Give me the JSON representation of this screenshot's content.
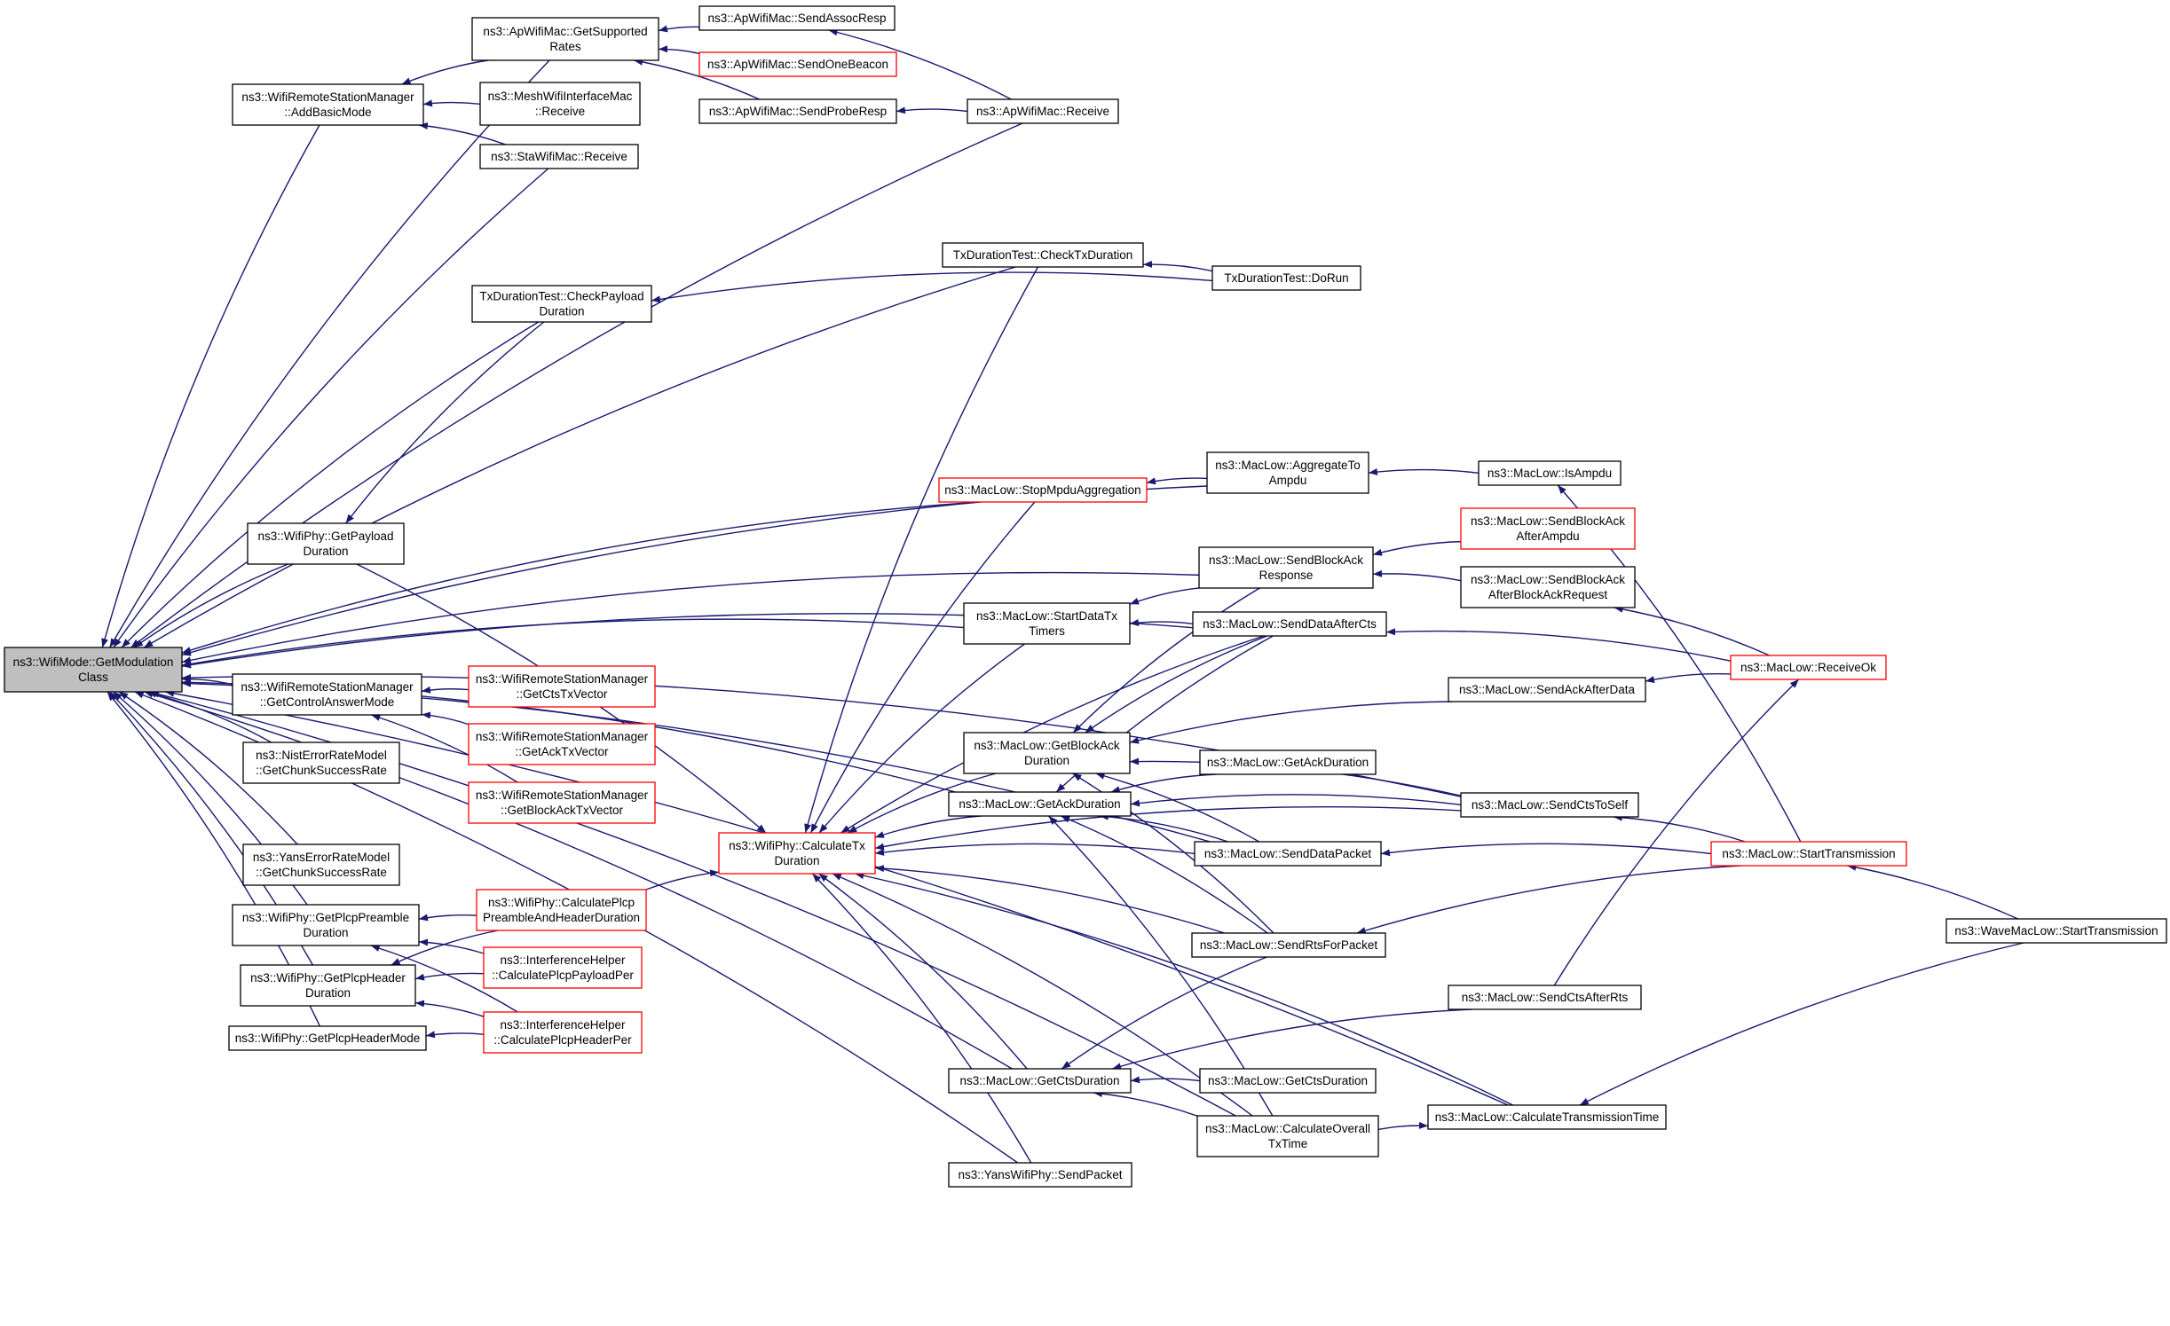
{
  "graph": {
    "edge_color": "#191970",
    "box_border": "#000000",
    "red_border": "#ff0000",
    "root_fill": "#bfbfbf",
    "nodes": [
      {
        "id": "root",
        "lines": [
          "ns3::WifiMode::GetModulation",
          "Class"
        ],
        "style": "root"
      },
      {
        "id": "addbasic",
        "lines": [
          "ns3::WifiRemoteStationManager",
          "::AddBasicMode"
        ],
        "style": "normal"
      },
      {
        "id": "getsupported",
        "lines": [
          "ns3::ApWifiMac::GetSupported",
          "Rates"
        ],
        "style": "normal"
      },
      {
        "id": "sendassoc",
        "lines": [
          "ns3::ApWifiMac::SendAssocResp"
        ],
        "style": "normal"
      },
      {
        "id": "sendbeacon",
        "lines": [
          "ns3::ApWifiMac::SendOneBeacon"
        ],
        "style": "red"
      },
      {
        "id": "sendprobe",
        "lines": [
          "ns3::ApWifiMac::SendProbeResp"
        ],
        "style": "normal"
      },
      {
        "id": "apreceive",
        "lines": [
          "ns3::ApWifiMac::Receive"
        ],
        "style": "normal"
      },
      {
        "id": "meshreceive",
        "lines": [
          "ns3::MeshWifiInterfaceMac",
          "::Receive"
        ],
        "style": "normal"
      },
      {
        "id": "stareceive",
        "lines": [
          "ns3::StaWifiMac::Receive"
        ],
        "style": "normal"
      },
      {
        "id": "checktx",
        "lines": [
          "TxDurationTest::CheckTxDuration"
        ],
        "style": "normal"
      },
      {
        "id": "dorun",
        "lines": [
          "TxDurationTest::DoRun"
        ],
        "style": "normal"
      },
      {
        "id": "checkpayload",
        "lines": [
          "TxDurationTest::CheckPayload",
          "Duration"
        ],
        "style": "normal"
      },
      {
        "id": "aggregate",
        "lines": [
          "ns3::MacLow::AggregateTo",
          "Ampdu"
        ],
        "style": "normal"
      },
      {
        "id": "isampdu",
        "lines": [
          "ns3::MacLow::IsAmpdu"
        ],
        "style": "normal"
      },
      {
        "id": "stopmpdu",
        "lines": [
          "ns3::MacLow::StopMpduAggregation"
        ],
        "style": "red"
      },
      {
        "id": "getpayload",
        "lines": [
          "ns3::WifiPhy::GetPayload",
          "Duration"
        ],
        "style": "normal"
      },
      {
        "id": "sendbaresp",
        "lines": [
          "ns3::MacLow::SendBlockAck",
          "Response"
        ],
        "style": "normal"
      },
      {
        "id": "sendbaampdu",
        "lines": [
          "ns3::MacLow::SendBlockAck",
          "AfterAmpdu"
        ],
        "style": "red"
      },
      {
        "id": "sendbabar",
        "lines": [
          "ns3::MacLow::SendBlockAck",
          "AfterBlockAckRequest"
        ],
        "style": "normal"
      },
      {
        "id": "startdatatx",
        "lines": [
          "ns3::MacLow::StartDataTx",
          "Timers"
        ],
        "style": "normal"
      },
      {
        "id": "senddataafter",
        "lines": [
          "ns3::MacLow::SendDataAfterCts"
        ],
        "style": "normal"
      },
      {
        "id": "receiveok",
        "lines": [
          "ns3::MacLow::ReceiveOk"
        ],
        "style": "red"
      },
      {
        "id": "getcontrol",
        "lines": [
          "ns3::WifiRemoteStationManager",
          "::GetControlAnswerMode"
        ],
        "style": "normal"
      },
      {
        "id": "getctstx",
        "lines": [
          "ns3::WifiRemoteStationManager",
          "::GetCtsTxVector"
        ],
        "style": "red"
      },
      {
        "id": "getacktx",
        "lines": [
          "ns3::WifiRemoteStationManager",
          "::GetAckTxVector"
        ],
        "style": "red"
      },
      {
        "id": "getbatx",
        "lines": [
          "ns3::WifiRemoteStationManager",
          "::GetBlockAckTxVector"
        ],
        "style": "red"
      },
      {
        "id": "sendackafter",
        "lines": [
          "ns3::MacLow::SendAckAfterData"
        ],
        "style": "normal"
      },
      {
        "id": "getbadur",
        "lines": [
          "ns3::MacLow::GetBlockAck",
          "Duration"
        ],
        "style": "normal"
      },
      {
        "id": "getackdur2",
        "lines": [
          "ns3::MacLow::GetAckDuration"
        ],
        "style": "normal"
      },
      {
        "id": "getackdur",
        "lines": [
          "ns3::MacLow::GetAckDuration"
        ],
        "style": "normal"
      },
      {
        "id": "sendcts",
        "lines": [
          "ns3::MacLow::SendCtsToSelf"
        ],
        "style": "normal"
      },
      {
        "id": "nist",
        "lines": [
          "ns3::NistErrorRateModel",
          "::GetChunkSuccessRate"
        ],
        "style": "normal"
      },
      {
        "id": "yans",
        "lines": [
          "ns3::YansErrorRateModel",
          "::GetChunkSuccessRate"
        ],
        "style": "normal"
      },
      {
        "id": "calctx",
        "lines": [
          "ns3::WifiPhy::CalculateTx",
          "Duration"
        ],
        "style": "red"
      },
      {
        "id": "senddatapkt",
        "lines": [
          "ns3::MacLow::SendDataPacket"
        ],
        "style": "normal"
      },
      {
        "id": "starttx",
        "lines": [
          "ns3::MacLow::StartTransmission"
        ],
        "style": "red"
      },
      {
        "id": "getplcppre",
        "lines": [
          "ns3::WifiPhy::GetPlcpPreamble",
          "Duration"
        ],
        "style": "normal"
      },
      {
        "id": "calcplcppre",
        "lines": [
          "ns3::WifiPhy::CalculatePlcp",
          "PreambleAndHeaderDuration"
        ],
        "style": "red"
      },
      {
        "id": "wavestart",
        "lines": [
          "ns3::WaveMacLow::StartTransmission"
        ],
        "style": "normal"
      },
      {
        "id": "sendrts",
        "lines": [
          "ns3::MacLow::SendRtsForPacket"
        ],
        "style": "normal"
      },
      {
        "id": "ihpayload",
        "lines": [
          "ns3::InterferenceHelper",
          "::CalculatePlcpPayloadPer"
        ],
        "style": "red"
      },
      {
        "id": "getplcphdr",
        "lines": [
          "ns3::WifiPhy::GetPlcpHeader",
          "Duration"
        ],
        "style": "normal"
      },
      {
        "id": "sendctsrts",
        "lines": [
          "ns3::MacLow::SendCtsAfterRts"
        ],
        "style": "normal"
      },
      {
        "id": "ihheader",
        "lines": [
          "ns3::InterferenceHelper",
          "::CalculatePlcpHeaderPer"
        ],
        "style": "red"
      },
      {
        "id": "getplcpmode",
        "lines": [
          "ns3::WifiPhy::GetPlcpHeaderMode"
        ],
        "style": "normal"
      },
      {
        "id": "getctsdur",
        "lines": [
          "ns3::MacLow::GetCtsDuration"
        ],
        "style": "normal"
      },
      {
        "id": "getctsdur2",
        "lines": [
          "ns3::MacLow::GetCtsDuration"
        ],
        "style": "normal"
      },
      {
        "id": "calcoverall",
        "lines": [
          "ns3::MacLow::CalculateOverall",
          "TxTime"
        ],
        "style": "normal"
      },
      {
        "id": "calctranstime",
        "lines": [
          "ns3::MacLow::CalculateTransmissionTime"
        ],
        "style": "normal"
      },
      {
        "id": "yanssend",
        "lines": [
          "ns3::YansWifiPhy::SendPacket"
        ],
        "style": "normal"
      }
    ],
    "edges": [
      [
        "addbasic",
        "root"
      ],
      [
        "getsupported",
        "root"
      ],
      [
        "stareceive",
        "root"
      ],
      [
        "apreceive",
        "root"
      ],
      [
        "checktx",
        "root"
      ],
      [
        "checkpayload",
        "root"
      ],
      [
        "aggregate",
        "root"
      ],
      [
        "sendbaresp",
        "root"
      ],
      [
        "stopmpdu",
        "root"
      ],
      [
        "getpayload",
        "root"
      ],
      [
        "startdatatx",
        "root"
      ],
      [
        "senddataafter",
        "root"
      ],
      [
        "getcontrol",
        "root"
      ],
      [
        "getackdur",
        "root"
      ],
      [
        "nist",
        "root"
      ],
      [
        "yans",
        "root"
      ],
      [
        "getplcppre",
        "root"
      ],
      [
        "getplcphdr",
        "root"
      ],
      [
        "getplcpmode",
        "root"
      ],
      [
        "senddatapkt",
        "root"
      ],
      [
        "getctsdur",
        "root"
      ],
      [
        "yanssend",
        "root"
      ],
      [
        "calcoverall",
        "root"
      ],
      [
        "sendcts",
        "root"
      ],
      [
        "calctranstime",
        "root"
      ],
      [
        "getsupported",
        "addbasic"
      ],
      [
        "meshreceive",
        "addbasic"
      ],
      [
        "stareceive",
        "addbasic"
      ],
      [
        "sendassoc",
        "getsupported"
      ],
      [
        "sendbeacon",
        "getsupported"
      ],
      [
        "sendprobe",
        "getsupported"
      ],
      [
        "apreceive",
        "sendassoc"
      ],
      [
        "apreceive",
        "sendprobe"
      ],
      [
        "dorun",
        "checktx"
      ],
      [
        "dorun",
        "checkpayload"
      ],
      [
        "isampdu",
        "aggregate"
      ],
      [
        "aggregate",
        "stopmpdu"
      ],
      [
        "sendbaampdu",
        "sendbaresp"
      ],
      [
        "sendbabar",
        "sendbaresp"
      ],
      [
        "receiveok",
        "sendbabar"
      ],
      [
        "receiveok",
        "senddataafter"
      ],
      [
        "receiveok",
        "sendackafter"
      ],
      [
        "senddataafter",
        "startdatatx"
      ],
      [
        "sendbaresp",
        "startdatatx"
      ],
      [
        "getctstx",
        "getcontrol"
      ],
      [
        "getacktx",
        "getcontrol"
      ],
      [
        "getbatx",
        "getcontrol"
      ],
      [
        "checkpayload",
        "getpayload"
      ],
      [
        "getpayload",
        "calctx"
      ],
      [
        "checktx",
        "calctx"
      ],
      [
        "stopmpdu",
        "calctx"
      ],
      [
        "startdatatx",
        "calctx"
      ],
      [
        "senddataafter",
        "calctx"
      ],
      [
        "getbadur",
        "calctx"
      ],
      [
        "getackdur",
        "calctx"
      ],
      [
        "senddatapkt",
        "calctx"
      ],
      [
        "sendrts",
        "calctx"
      ],
      [
        "sendcts",
        "calctx"
      ],
      [
        "getctsdur",
        "calctx"
      ],
      [
        "calcoverall",
        "calctx"
      ],
      [
        "yanssend",
        "calctx"
      ],
      [
        "calctranstime",
        "calctx"
      ],
      [
        "sendbaresp",
        "getbadur"
      ],
      [
        "senddataafter",
        "getbadur"
      ],
      [
        "sendackafter",
        "getbadur"
      ],
      [
        "senddatapkt",
        "getbadur"
      ],
      [
        "sendrts",
        "getbadur"
      ],
      [
        "sendcts",
        "getbadur"
      ],
      [
        "getackdur2",
        "getackdur"
      ],
      [
        "senddataafter",
        "getackdur"
      ],
      [
        "sendcts",
        "getackdur"
      ],
      [
        "senddatapkt",
        "getackdur"
      ],
      [
        "sendrts",
        "getackdur"
      ],
      [
        "calcoverall",
        "getackdur"
      ],
      [
        "starttx",
        "senddatapkt"
      ],
      [
        "starttx",
        "sendrts"
      ],
      [
        "starttx",
        "sendcts"
      ],
      [
        "starttx",
        "isampdu"
      ],
      [
        "wavestart",
        "starttx"
      ],
      [
        "wavestart",
        "calctranstime"
      ],
      [
        "calcoverall",
        "calctranstime"
      ],
      [
        "sendctsrts",
        "getctsdur"
      ],
      [
        "getctsdur2",
        "getctsdur"
      ],
      [
        "sendrts",
        "getctsdur"
      ],
      [
        "calcoverall",
        "getctsdur"
      ],
      [
        "calcplcppre",
        "calctx"
      ],
      [
        "calcplcppre",
        "getplcppre"
      ],
      [
        "ihpayload",
        "getplcppre"
      ],
      [
        "ihheader",
        "getplcppre"
      ],
      [
        "ihpayload",
        "getplcphdr"
      ],
      [
        "ihheader",
        "getplcphdr"
      ],
      [
        "calcplcppre",
        "getplcphdr"
      ],
      [
        "ihheader",
        "getplcpmode"
      ],
      [
        "sendctsrts",
        "receiveok"
      ]
    ]
  }
}
